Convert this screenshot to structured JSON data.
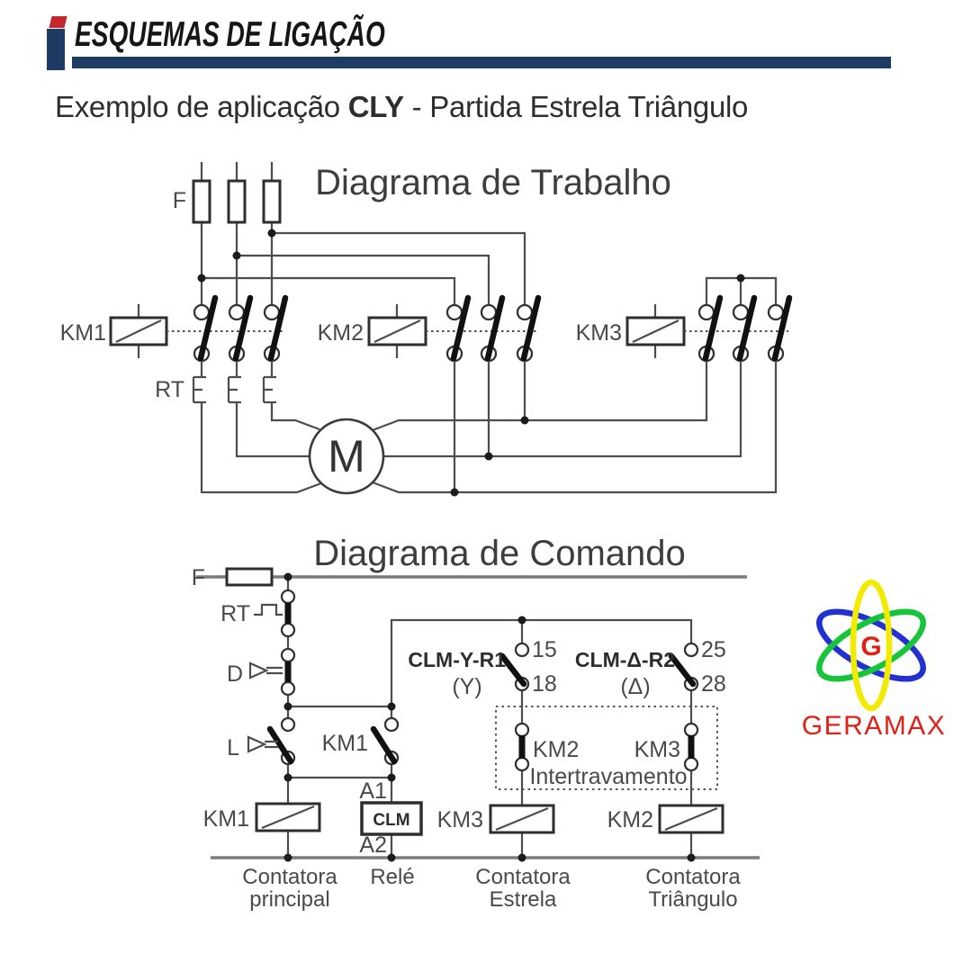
{
  "header": {
    "title": "ESQUEMAS DE LIGAÇÃO"
  },
  "subtitle": {
    "prefix": "Exemplo de aplicação ",
    "model": "CLY",
    "suffix": " - Partida Estrela Triângulo"
  },
  "work": {
    "title": "Diagrama de Trabalho",
    "fuse": "F",
    "rt": "RT",
    "motor": "M",
    "km1": "KM1",
    "km2": "KM2",
    "km3": "KM3"
  },
  "command": {
    "title": "Diagrama de Comando",
    "fuse": "F",
    "rt": "RT",
    "stop": "D",
    "start": "L",
    "seal": "KM1",
    "timer_y": {
      "name": "CLM-Y-R1",
      "mode": "(Y)",
      "t_top": "15",
      "t_bottom": "18"
    },
    "timer_d": {
      "name": "CLM-Δ-R2",
      "mode": "(Δ)",
      "t_top": "25",
      "t_bottom": "28"
    },
    "interlock": {
      "caption": "Intertravamento",
      "km2": "KM2",
      "km3": "KM3"
    },
    "a1": "A1",
    "a2": "A2",
    "coil_km1": {
      "label": "KM1",
      "cap1": "Contatora",
      "cap2": "principal"
    },
    "relay": {
      "label": "CLM",
      "cap1": "Relé"
    },
    "coil_km3": {
      "label": "KM3",
      "cap1": "Contatora",
      "cap2": "Estrela"
    },
    "coil_km2": {
      "label": "KM2",
      "cap1": "Contatora",
      "cap2": "Triângulo"
    }
  },
  "logo": {
    "g": "G",
    "name": "GERAMAX"
  },
  "colors": {
    "header_bar": "#1d3c63",
    "icon_red": "#c3272b",
    "wire": "#4d4d4d",
    "logo_red": "#e02016",
    "logo_yellow": "#f2ea00",
    "logo_green": "#17c53a",
    "logo_blue": "#2431d1"
  }
}
